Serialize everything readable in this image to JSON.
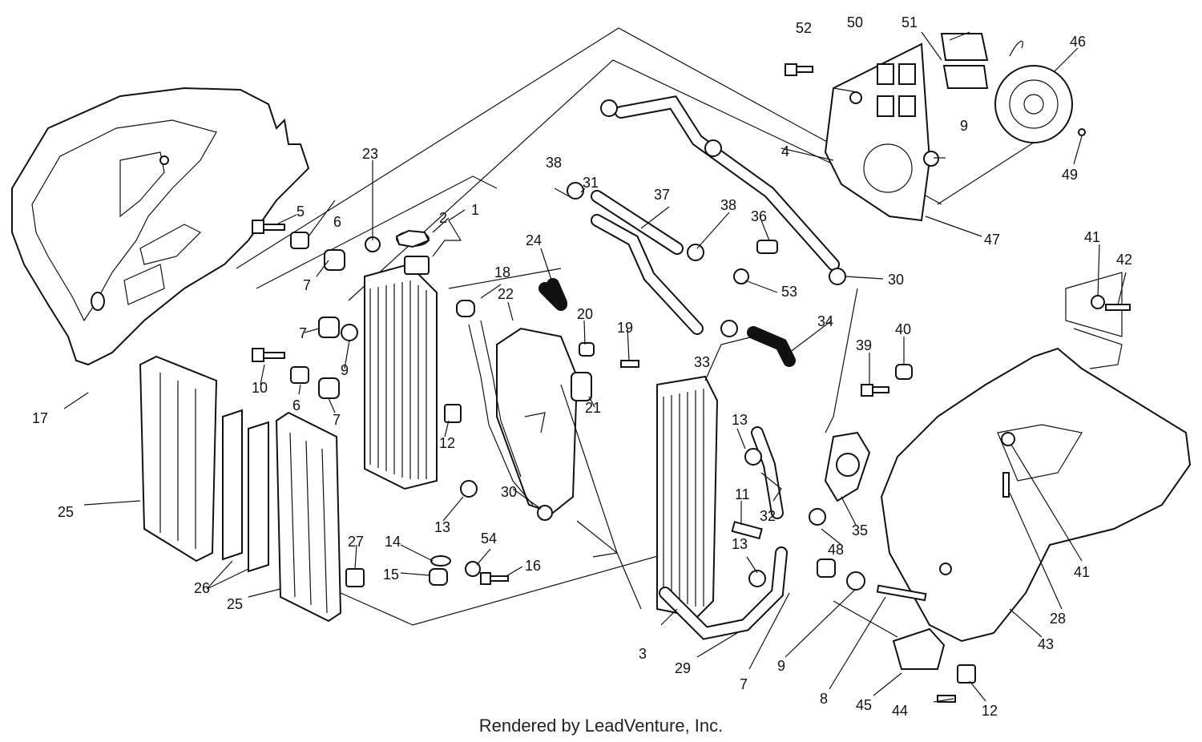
{
  "footer": {
    "credit": "Rendered by LeadVenture, Inc."
  },
  "callouts": [
    {
      "id": "c1",
      "text": "1"
    },
    {
      "id": "c2",
      "text": "2"
    },
    {
      "id": "c3",
      "text": "3"
    },
    {
      "id": "c4",
      "text": "4"
    },
    {
      "id": "c5",
      "text": "5"
    },
    {
      "id": "c6a",
      "text": "6"
    },
    {
      "id": "c6b",
      "text": "6"
    },
    {
      "id": "c7a",
      "text": "7"
    },
    {
      "id": "c7b",
      "text": "7"
    },
    {
      "id": "c7c",
      "text": "7"
    },
    {
      "id": "c7d",
      "text": "7"
    },
    {
      "id": "c8",
      "text": "8"
    },
    {
      "id": "c9a",
      "text": "9"
    },
    {
      "id": "c9b",
      "text": "9"
    },
    {
      "id": "c9c",
      "text": "9"
    },
    {
      "id": "c10",
      "text": "10"
    },
    {
      "id": "c11",
      "text": "11"
    },
    {
      "id": "c12a",
      "text": "12"
    },
    {
      "id": "c12b",
      "text": "12"
    },
    {
      "id": "c13a",
      "text": "13"
    },
    {
      "id": "c13b",
      "text": "13"
    },
    {
      "id": "c13c",
      "text": "13"
    },
    {
      "id": "c14",
      "text": "14"
    },
    {
      "id": "c15",
      "text": "15"
    },
    {
      "id": "c16",
      "text": "16"
    },
    {
      "id": "c17",
      "text": "17"
    },
    {
      "id": "c18",
      "text": "18"
    },
    {
      "id": "c19",
      "text": "19"
    },
    {
      "id": "c20",
      "text": "20"
    },
    {
      "id": "c21",
      "text": "21"
    },
    {
      "id": "c22",
      "text": "22"
    },
    {
      "id": "c23",
      "text": "23"
    },
    {
      "id": "c24",
      "text": "24"
    },
    {
      "id": "c25a",
      "text": "25"
    },
    {
      "id": "c25b",
      "text": "25"
    },
    {
      "id": "c26",
      "text": "26"
    },
    {
      "id": "c27",
      "text": "27"
    },
    {
      "id": "c28",
      "text": "28"
    },
    {
      "id": "c29",
      "text": "29"
    },
    {
      "id": "c30a",
      "text": "30"
    },
    {
      "id": "c30b",
      "text": "30"
    },
    {
      "id": "c31",
      "text": "31"
    },
    {
      "id": "c32",
      "text": "32"
    },
    {
      "id": "c33",
      "text": "33"
    },
    {
      "id": "c34",
      "text": "34"
    },
    {
      "id": "c35",
      "text": "35"
    },
    {
      "id": "c36",
      "text": "36"
    },
    {
      "id": "c37",
      "text": "37"
    },
    {
      "id": "c38a",
      "text": "38"
    },
    {
      "id": "c38b",
      "text": "38"
    },
    {
      "id": "c39",
      "text": "39"
    },
    {
      "id": "c40",
      "text": "40"
    },
    {
      "id": "c41a",
      "text": "41"
    },
    {
      "id": "c41b",
      "text": "41"
    },
    {
      "id": "c42",
      "text": "42"
    },
    {
      "id": "c43",
      "text": "43"
    },
    {
      "id": "c44",
      "text": "44"
    },
    {
      "id": "c45",
      "text": "45"
    },
    {
      "id": "c46",
      "text": "46"
    },
    {
      "id": "c47",
      "text": "47"
    },
    {
      "id": "c48",
      "text": "48"
    },
    {
      "id": "c49",
      "text": "49"
    },
    {
      "id": "c50",
      "text": "50"
    },
    {
      "id": "c51",
      "text": "51"
    },
    {
      "id": "c52",
      "text": "52"
    },
    {
      "id": "c53",
      "text": "53"
    },
    {
      "id": "c54",
      "text": "54"
    }
  ]
}
